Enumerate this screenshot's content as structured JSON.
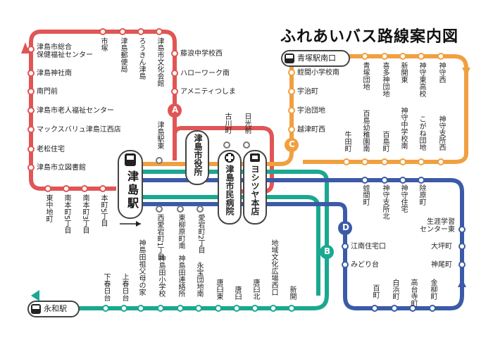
{
  "title": "ふれあいバス路線案内図",
  "colors": {
    "route_a": "#e05555",
    "route_b": "#1aa890",
    "route_c": "#f0a040",
    "route_d": "#3b5aa8"
  },
  "routes": {
    "a": "A",
    "b": "B",
    "c": "C",
    "d": "D"
  },
  "hubs": {
    "tsushima_eki": "津島駅",
    "shiyakusho": "津島市役所",
    "byoin": "津島市民病院",
    "yoshitsuya": "ヨシツヤ本店"
  },
  "terminals": {
    "aotsuka": "青塚駅南口",
    "eiwa": "永和駅"
  },
  "stops_a_left": [
    "津島市総合\n保健福祉センター",
    "津島神社南",
    "南門前",
    "津島市老人福祉センター",
    "マックスバリュ津島江西店",
    "老松住宅",
    "津島市立図書館"
  ],
  "stops_a_top": [
    "市塚",
    "津島郵便局",
    "ろうきん津島",
    "津島市文化会館"
  ],
  "stops_a_right": [
    "藤浪中学校西",
    "ハローワーク南",
    "アメニティつしま"
  ],
  "stops_a_bottom": [
    "東中地町",
    "南本町5丁目",
    "南本町3丁目",
    "本町5丁目"
  ],
  "stops_center_top": [
    "津島駅東",
    "古川町",
    "日光前"
  ],
  "stops_center_bottom": [
    "西愛宕町1丁目",
    "東柳原町南",
    "愛宕町2丁目"
  ],
  "stops_c": [
    "蛭間小学校南",
    "宇治町",
    "宇治団地",
    "越津町西"
  ],
  "stops_c_top": [
    "青塚団地",
    "喜多神団地",
    "新開東",
    "神守東高校",
    "神守西"
  ],
  "stops_c_bottom": [
    "牛田町",
    "百島幼稚園南",
    "百島町",
    "神守中学校南",
    "こがね団地",
    "神守支所西"
  ],
  "stops_d_top": [
    "蛭間町",
    "神守支所北",
    "神守住宅",
    "除原町"
  ],
  "stops_d_left": [
    "江南住宅口",
    "みどり台"
  ],
  "stops_d_right": [
    "生涯学習\nセンター東",
    "大坪町",
    "神尾町"
  ],
  "stops_d_bottom": [
    "百町",
    "白浜町",
    "高台寺町",
    "金柳町"
  ],
  "stops_b": [
    "下春日台",
    "上春日台",
    "神島田祖父母の家",
    "神島田小学校",
    "神島田連絡所",
    "永宝団地南",
    "唐臼東",
    "唐臼",
    "唐臼北",
    "地域文化広場西口",
    "新開"
  ]
}
